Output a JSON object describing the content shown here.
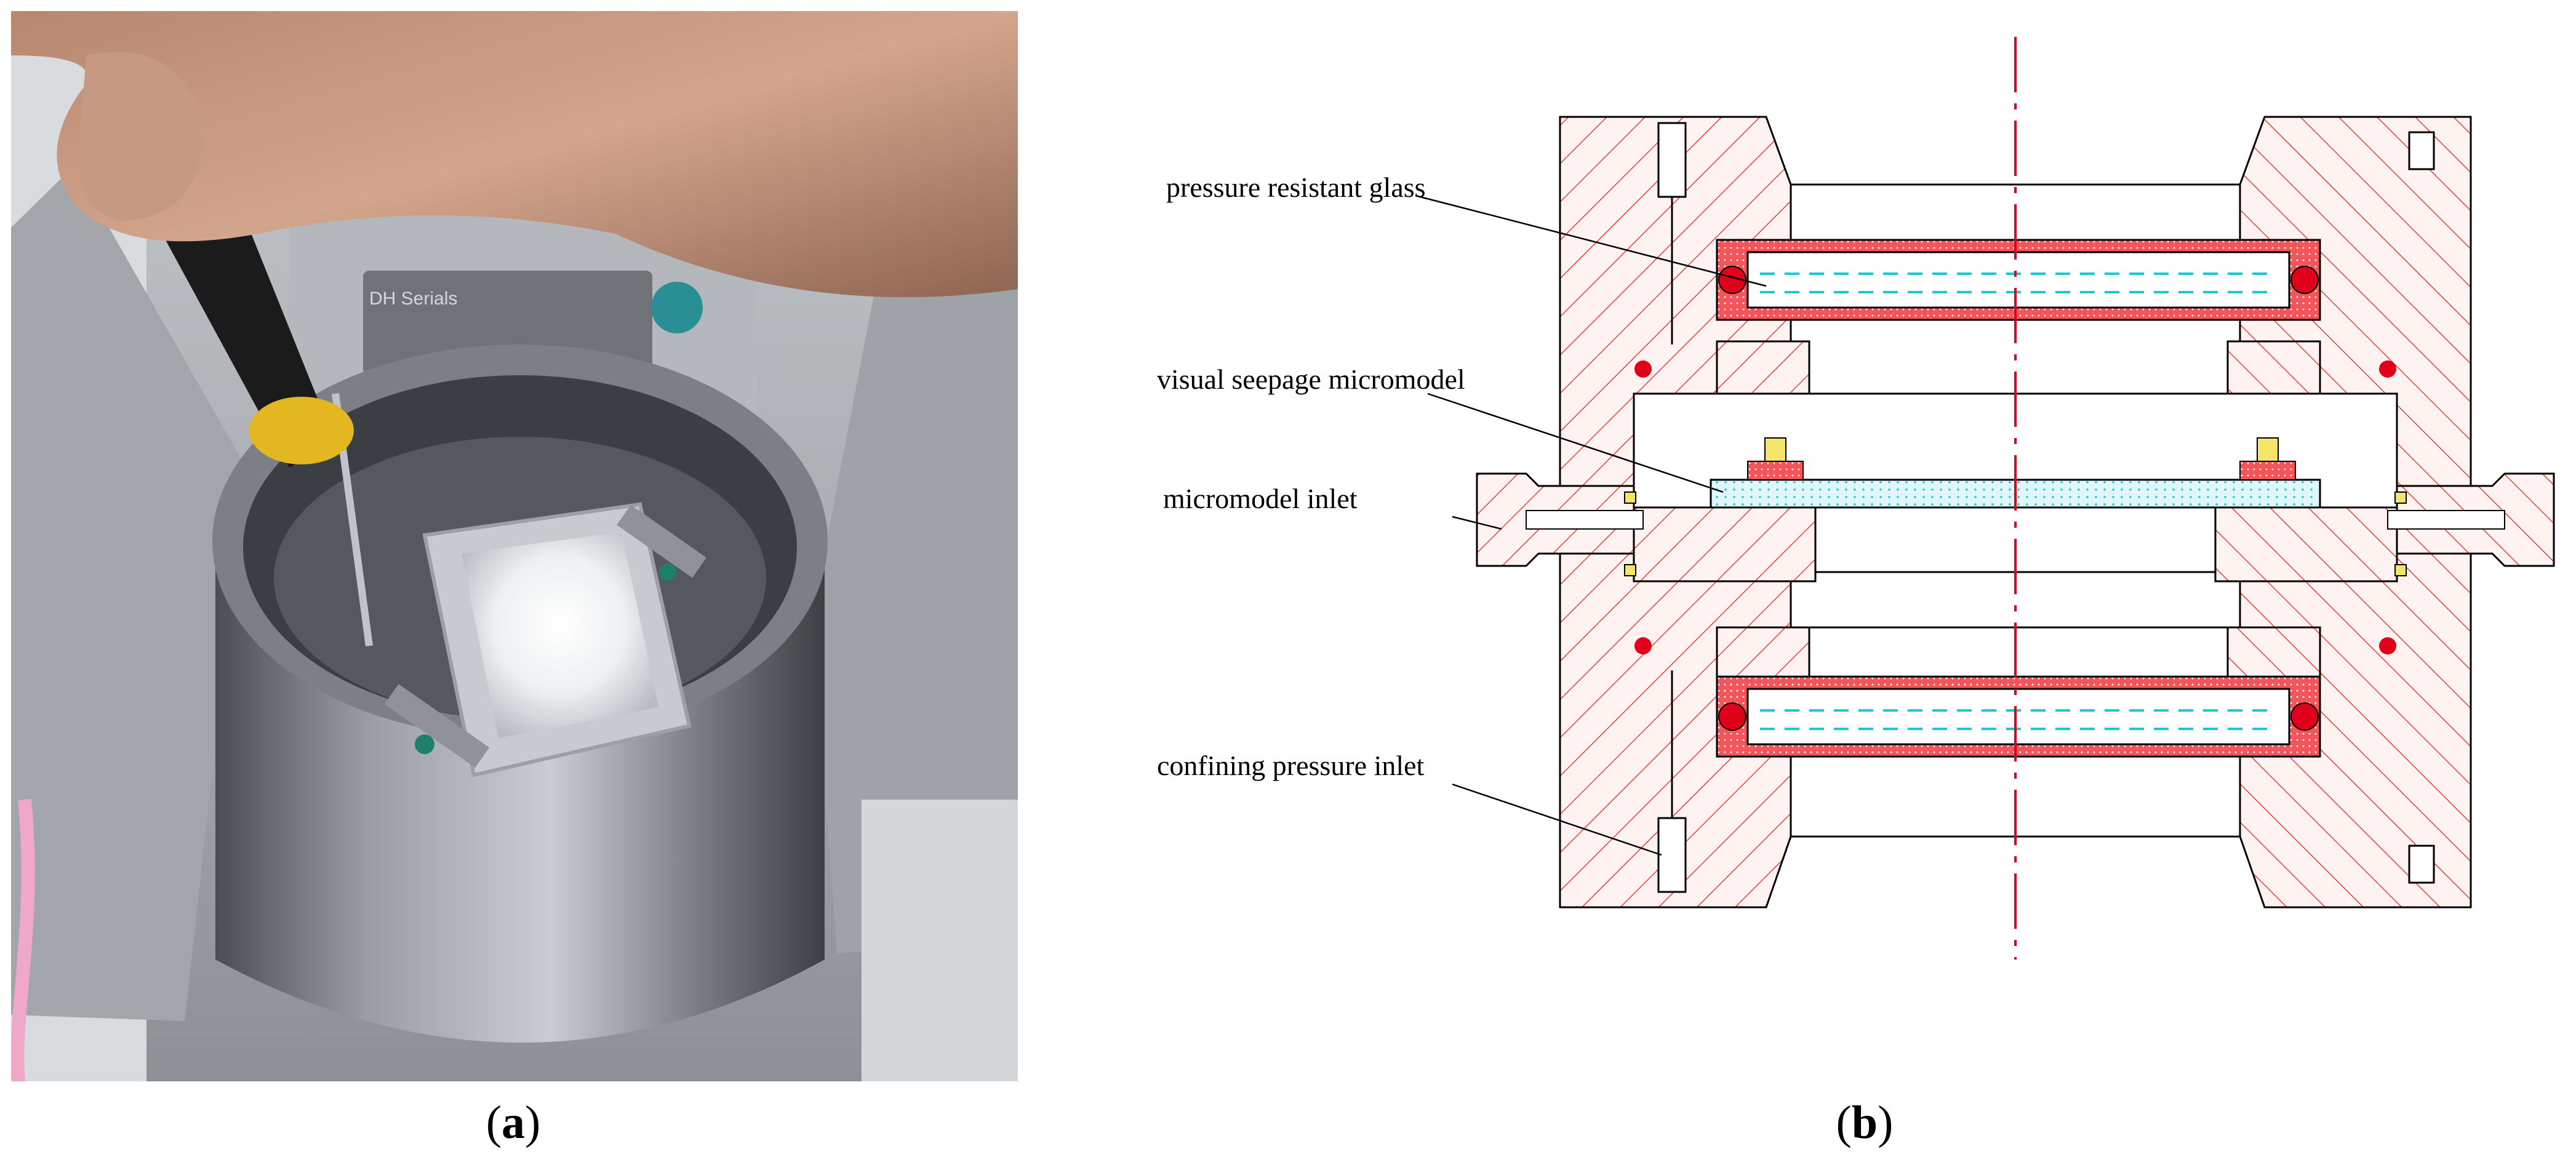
{
  "panels": {
    "a": {
      "letter": "a",
      "open": "(",
      "close": ")"
    },
    "b": {
      "letter": "b",
      "open": "(",
      "close": ")"
    }
  },
  "labels": {
    "pressure_resistant_glass": "pressure resistant glass",
    "visual_seepage_micromodel": "visual seepage micromodel",
    "micromodel_inlet": "micromodel inlet",
    "confining_pressure_inlet": "confining pressure inlet"
  },
  "photo": {
    "device_text": "DH Serials"
  },
  "colors": {
    "hatch_red": "#e8403a",
    "seal_red": "#e0001a",
    "glass_cyan": "#19c9d4",
    "centerline": "#e0001a",
    "outline": "#000000"
  }
}
